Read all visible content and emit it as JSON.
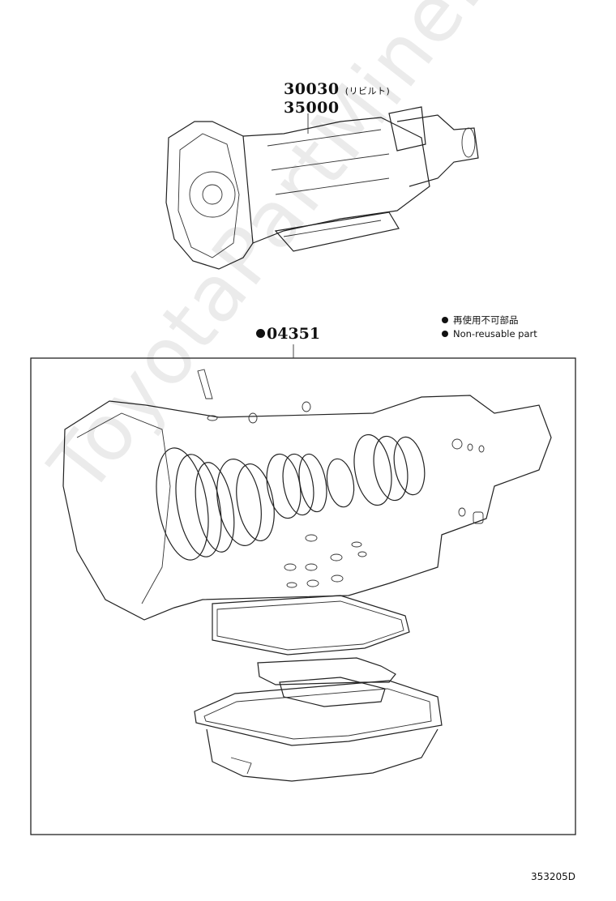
{
  "assembly": {
    "part_number_1": "30030",
    "part_number_1_suffix": "(リビルト)",
    "part_number_2": "35000"
  },
  "legend": {
    "items": [
      {
        "label": "再使用不可部品"
      },
      {
        "label": "Non-reusable part"
      }
    ]
  },
  "kit": {
    "part_number": "04351"
  },
  "watermark": "ToyotaPartMine.ru",
  "diagram_code": "353205D"
}
